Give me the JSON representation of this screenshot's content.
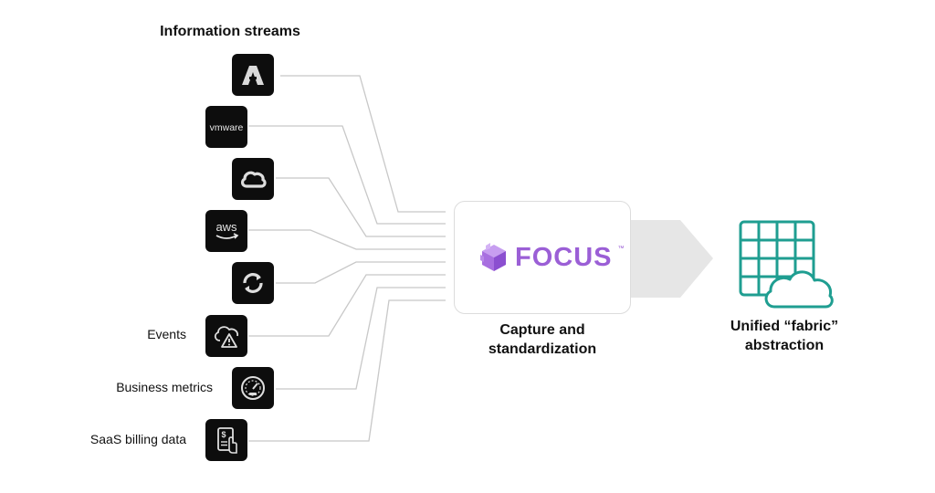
{
  "title": "Information streams",
  "sources": [
    {
      "icon": "letter-a-logo-icon",
      "label": ""
    },
    {
      "icon": "vmware-logo-icon",
      "label": "",
      "logo_text": "vmware"
    },
    {
      "icon": "google-cloud-logo-icon",
      "label": ""
    },
    {
      "icon": "aws-logo-icon",
      "label": "",
      "logo_text": "aws"
    },
    {
      "icon": "refresh-sync-icon",
      "label": ""
    },
    {
      "icon": "cloud-warning-icon",
      "label": "Events"
    },
    {
      "icon": "speedometer-icon",
      "label": "Business metrics"
    },
    {
      "icon": "billing-invoice-icon",
      "label": "SaaS billing data"
    }
  ],
  "focus": {
    "wordmark": "FOCUS",
    "trademark": "™",
    "caption_line1": "Capture and",
    "caption_line2": "standardization"
  },
  "result": {
    "icon": "grid-cloud-icon",
    "caption_line1": "Unified “fabric”",
    "caption_line2": "abstraction"
  },
  "colors": {
    "tile": "#0d0d0d",
    "connector": "#c8c8c8",
    "focus_purple": "#9b5fd6",
    "arrow_gray": "#e6e6e6",
    "fabric_teal": "#1f9e91"
  }
}
